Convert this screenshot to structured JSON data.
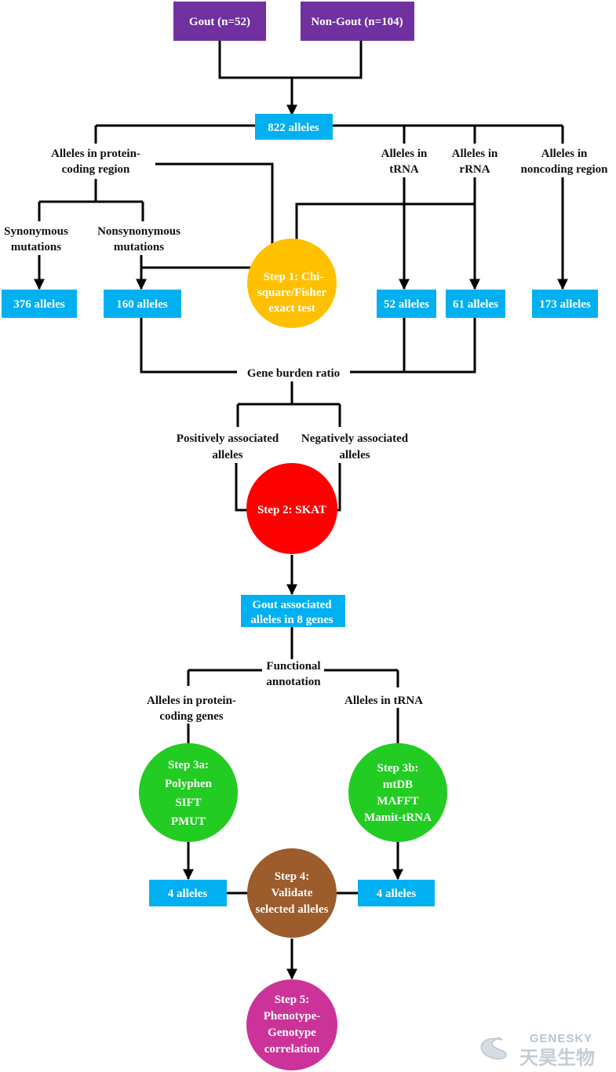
{
  "top": {
    "gout": "Gout (n=52)",
    "nongout": "Non-Gout (n=104)"
  },
  "alleles_total": "822 alleles",
  "categories": {
    "protein_coding": [
      "Alleles in protein-",
      "coding region"
    ],
    "trna": [
      "Alleles in",
      "tRNA"
    ],
    "rrna": [
      "Alleles in",
      "rRNA"
    ],
    "noncoding": [
      "Alleles in",
      "noncoding region"
    ]
  },
  "mutation_types": {
    "synonymous": [
      "Synonymous",
      "mutations"
    ],
    "nonsynonymous": [
      "Nonsynonymous",
      "mutations"
    ]
  },
  "step1": [
    "Step 1: Chi-",
    "square/Fisher",
    "exact test"
  ],
  "counts": {
    "synonymous": "376 alleles",
    "nonsynonymous": "160 alleles",
    "trna": "52 alleles",
    "rrna": "61 alleles",
    "noncoding": "173 alleles"
  },
  "gene_burden": "Gene burden ratio",
  "association": {
    "positive": [
      "Positively associated",
      "alleles"
    ],
    "negative": [
      "Negatively associated",
      "alleles"
    ]
  },
  "step2": "Step 2: SKAT",
  "gout_associated": [
    "Gout associated",
    "alleles in 8 genes"
  ],
  "functional_annotation": [
    "Functional",
    "annotation"
  ],
  "annotation_branches": {
    "protein_genes": [
      "Alleles in protein-",
      "coding genes"
    ],
    "trna": "Alleles in tRNA"
  },
  "step3a": [
    "Step 3a:",
    "Polyphen",
    "SIFT",
    "PMUT"
  ],
  "step3b": [
    "Step 3b:",
    "mtDB",
    "MAFFT",
    "Mamit-tRNA"
  ],
  "selected": {
    "left": "4 alleles",
    "right": "4 alleles"
  },
  "step4": [
    "Step 4:",
    "Validate",
    "selected alleles"
  ],
  "step5": [
    "Step 5:",
    "Phenotype-",
    "Genotype",
    "correlation"
  ],
  "logo": {
    "en": "GENESKY",
    "zh": "天昊生物"
  },
  "colors": {
    "purple": "#7030a0",
    "blue": "#00b0f0",
    "step1": "#ffc000",
    "step2": "#ff0000",
    "step3": "#22cc22",
    "step4": "#9c5c2c",
    "step5": "#cc3399"
  }
}
